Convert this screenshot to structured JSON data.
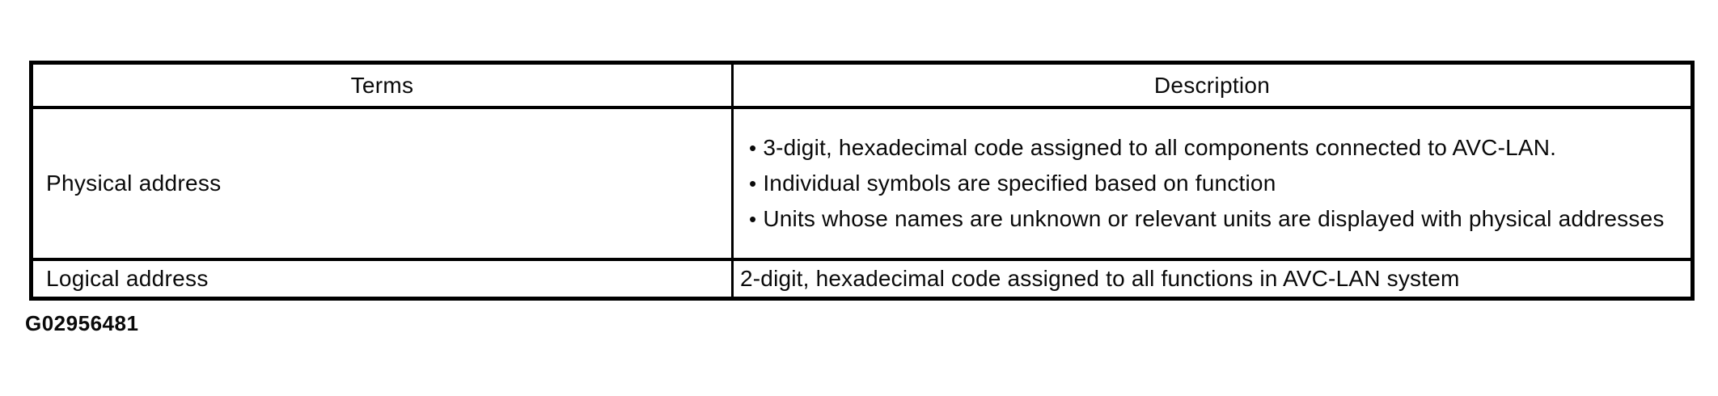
{
  "table": {
    "headers": {
      "terms": "Terms",
      "description": "Description"
    },
    "rows": [
      {
        "term": "Physical address",
        "bullets": [
          "3-digit, hexadecimal code assigned to all components connected to AVC-LAN.",
          "Individual symbols are specified based on function",
          "Units whose names are unknown or relevant units are displayed with physical addresses"
        ]
      },
      {
        "term": "Logical address",
        "description": "2-digit, hexadecimal code assigned to all functions in AVC-LAN system"
      }
    ]
  },
  "figure_id": "G02956481",
  "colors": {
    "border": "#000000",
    "text": "#0a0a0a",
    "background": "#ffffff"
  }
}
